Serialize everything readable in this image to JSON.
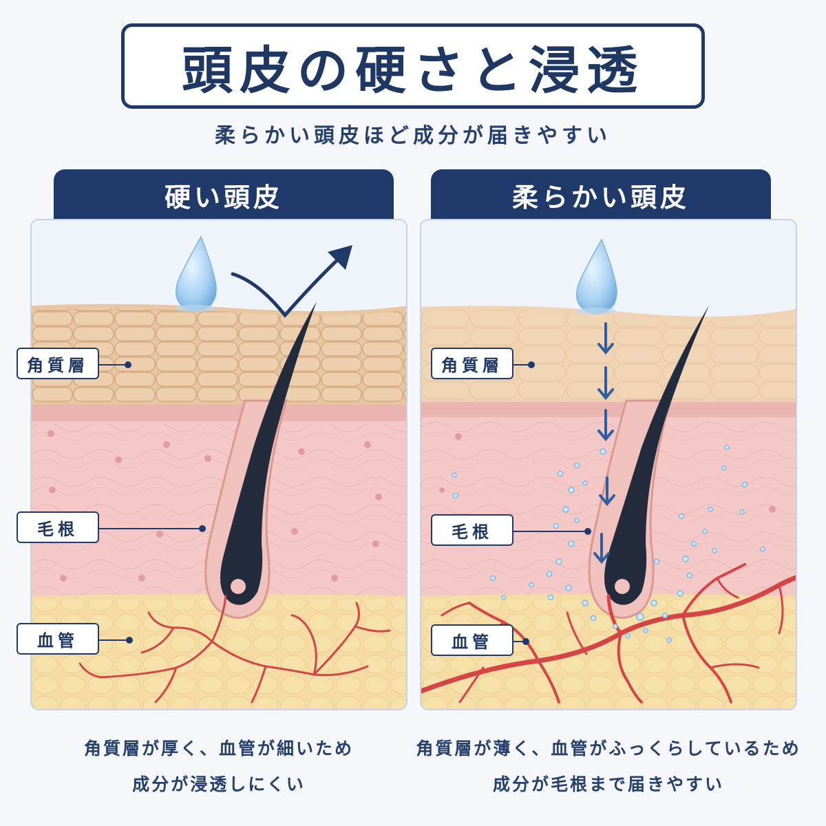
{
  "title": "頭皮の硬さと浸透",
  "subtitle": "柔らかい頭皮ほど成分が届きやすい",
  "panels": [
    {
      "heading": "硬い頭皮",
      "labels": {
        "stratum": "角質層",
        "root": "毛根",
        "vessel": "血管"
      },
      "caption_line1": "角質層が厚く、血管が細いため",
      "caption_line2": "成分が浸透しにくい"
    },
    {
      "heading": "柔らかい頭皮",
      "labels": {
        "stratum": "角質層",
        "root": "毛根",
        "vessel": "血管"
      },
      "caption_line1": "角質層が薄く、血管がふっくらしているため",
      "caption_line2": "成分が毛根まで届きやすい"
    }
  ],
  "colors": {
    "navy": "#1f3a6a",
    "stratum": "#e9c9a5",
    "dermis": "#f3c9c8",
    "fat": "#f7dfa8",
    "vessel": "#d64545",
    "hair": "#232c3d",
    "droplet": "#9ccbf0"
  },
  "icons": [
    "water-drop-icon",
    "bounce-arrow-icon",
    "down-arrow-icon",
    "hair-strand-icon",
    "blood-vessel-icon"
  ]
}
